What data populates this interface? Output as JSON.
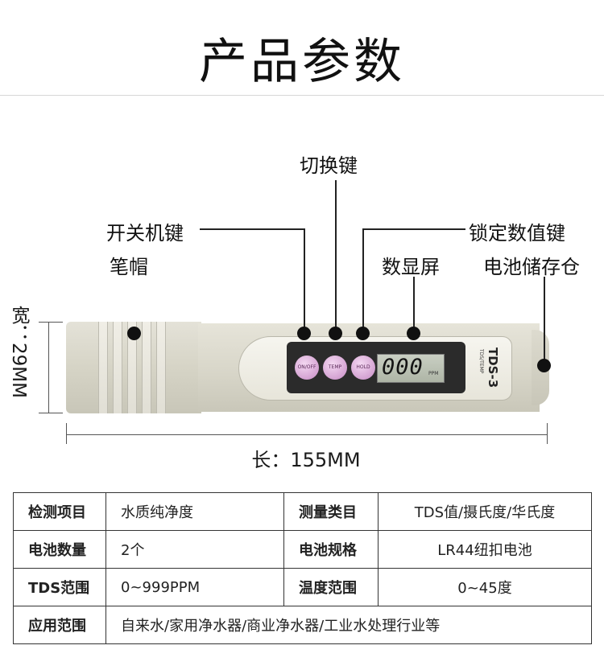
{
  "header": {
    "title": "产品参数"
  },
  "callouts": {
    "switch_key": "切换键",
    "power_key": "开关机键",
    "pen_cap": "笔帽",
    "lock_key": "锁定数值键",
    "display": "数显屏",
    "battery_bay": "电池储存仓"
  },
  "device": {
    "buttons": [
      "ON/OFF",
      "TEMP",
      "HOLD"
    ],
    "lcd_reading": "000",
    "lcd_unit": "PPM",
    "model": "TDS-3",
    "model_sub": "TDS/TEMP",
    "body_color": "#d9d7ca",
    "button_color": "#d9a7d6"
  },
  "dimensions": {
    "width": "宽：29MM",
    "length": "长：155MM"
  },
  "spec_table": {
    "rows": [
      [
        {
          "text": "检测项目",
          "key": true
        },
        {
          "text": "水质纯净度",
          "key": false
        },
        {
          "text": "测量类目",
          "key": true
        },
        {
          "text": "TDS值/摄氏度/华氏度",
          "key": false
        }
      ],
      [
        {
          "text": "电池数量",
          "key": true
        },
        {
          "text": "2个",
          "key": false
        },
        {
          "text": "电池规格",
          "key": true
        },
        {
          "text": "LR44纽扣电池",
          "key": false
        }
      ],
      [
        {
          "text": "TDS范围",
          "key": true
        },
        {
          "text": "0~999PPM",
          "key": false
        },
        {
          "text": "温度范围",
          "key": true
        },
        {
          "text": "0~45度",
          "key": false
        }
      ],
      [
        {
          "text": "应用范围",
          "key": true
        },
        {
          "text": "自来水/家用净水器/商业净水器/工业水处理行业等",
          "key": false
        }
      ]
    ]
  }
}
